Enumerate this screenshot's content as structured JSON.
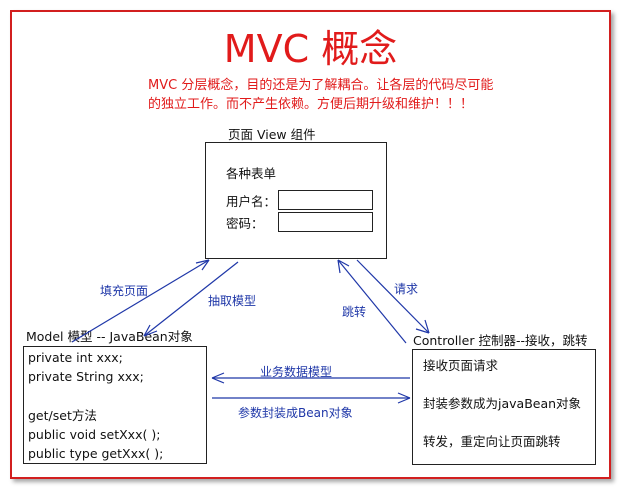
{
  "title": "MVC 概念",
  "description": {
    "line1": "MVC 分层概念，目的还是为了解耦合。让各层的代码尽可能",
    "line2": "的独立工作。而不产生依赖。方便后期升级和维护！！！"
  },
  "view": {
    "label": "页面 View  组件",
    "heading": "各种表单",
    "username_label": "用户名：",
    "password_label": "密码："
  },
  "model": {
    "label": "Model 模型 -- JavaBean对象",
    "lines": [
      "private int xxx;",
      "private String xxx;",
      "",
      "get/set方法",
      "public void setXxx(  );",
      "public type getXxx(  );"
    ]
  },
  "controller": {
    "label": "Controller 控制器--接收，跳转",
    "lines": [
      "接收页面请求",
      "",
      "封装参数成为javaBean对象",
      "",
      "转发，重定向让页面跳转"
    ]
  },
  "arrows": {
    "fill_page": "填充页面",
    "extract_model": "抽取模型",
    "jump": "跳转",
    "request": "请求",
    "business_model": "业务数据模型",
    "param_encapsulate": "参数封装成Bean对象"
  },
  "colors": {
    "title": "#e11b1b",
    "border": "#d21f1f",
    "arrow": "#1f37a8"
  }
}
